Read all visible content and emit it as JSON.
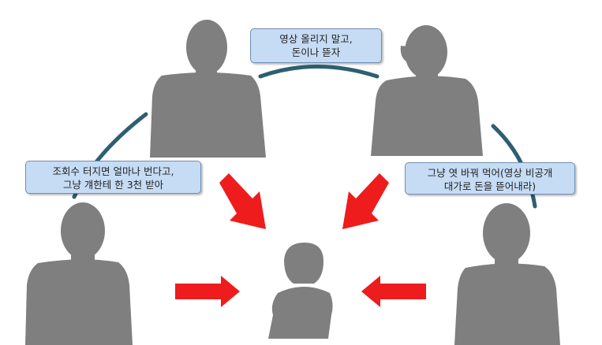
{
  "colors": {
    "figure": "#7f7f7f",
    "arc": "#2d5f73",
    "arrow": "#ee1c1c",
    "bubble_fill": "#c6dcf4",
    "bubble_border": "#6d8fb5"
  },
  "bubbles": {
    "top": {
      "line1": "영상 올리지 말고,",
      "line2": "돈이나 뜯자"
    },
    "left": {
      "line1": "조회수 터지면 얼마나 번다고,",
      "line2": "그냥 걔한테 한 3천 받아"
    },
    "right": {
      "line1": "그냥 엿 바꿔 먹어(영상 비공개",
      "line2": "대가로 돈을 뜯어내라)"
    }
  },
  "figures": [
    "person-silhouette",
    "person-silhouette",
    "person-silhouette",
    "person-silhouette",
    "victim-silhouette"
  ]
}
